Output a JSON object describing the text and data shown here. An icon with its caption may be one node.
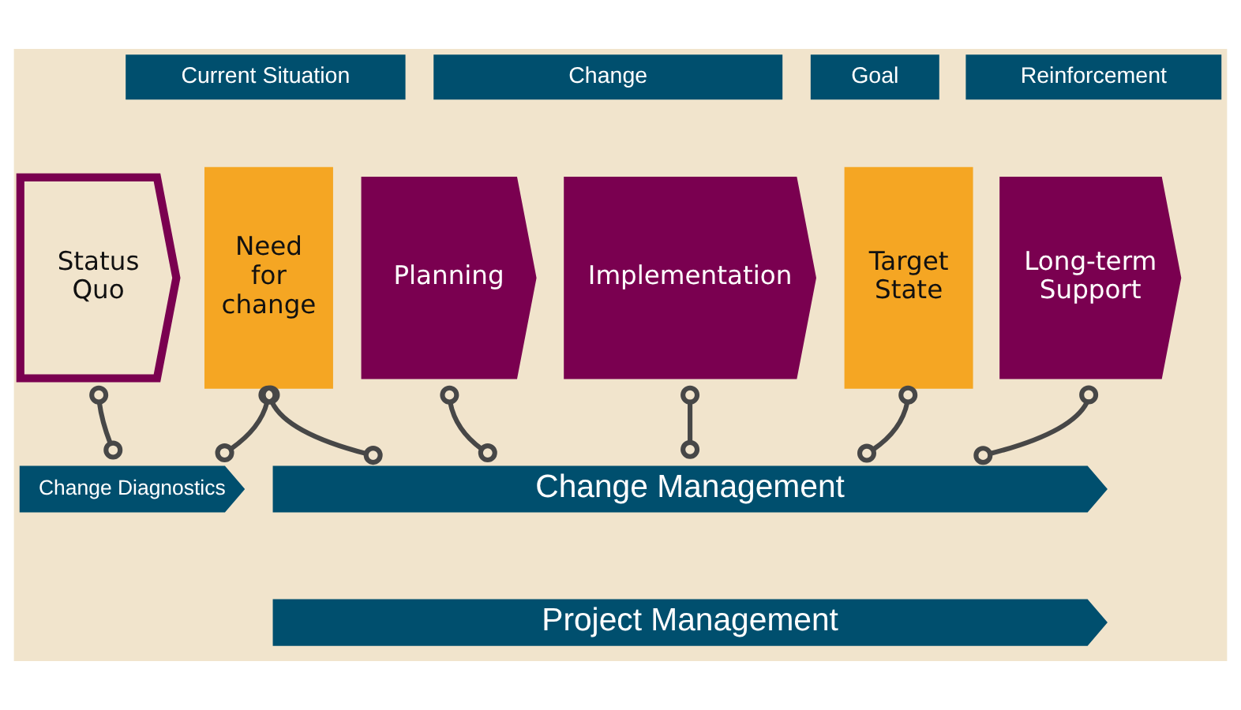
{
  "diagram": {
    "nodes": [
      {
        "text": [
          "Current Situation"
        ]
      },
      {
        "text": [
          "Change"
        ]
      },
      {
        "text": [
          "Goal"
        ]
      },
      {
        "text": [
          "Reinforcement"
        ]
      },
      {
        "text": [
          "Status Quo"
        ]
      },
      {
        "text": [
          "Need for change"
        ]
      },
      {
        "text": [
          "Planning"
        ]
      },
      {
        "text": [
          "Implementation"
        ]
      },
      {
        "text": [
          "Target State"
        ]
      },
      {
        "text": [
          "Long-term Support"
        ]
      },
      {
        "text": [
          "Change Diagnostics"
        ]
      },
      {
        "text": [
          "Change Management"
        ]
      },
      {
        "text": [
          "Project Management"
        ]
      }
    ],
    "edges": [
      {
        "from": 4,
        "to": 10,
        "arrow": "other"
      },
      {
        "from": 5,
        "to": 10,
        "arrow": "other"
      },
      {
        "from": 5,
        "to": 11,
        "arrow": "other"
      },
      {
        "from": 6,
        "to": 11,
        "arrow": "other"
      },
      {
        "from": 7,
        "to": 11,
        "arrow": "other"
      },
      {
        "from": 8,
        "to": 11,
        "arrow": "other"
      },
      {
        "from": 9,
        "to": 11,
        "arrow": "other"
      }
    ]
  }
}
